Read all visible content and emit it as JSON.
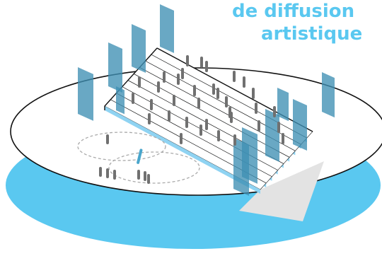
{
  "title": {
    "line1": "de diffusion",
    "line2": "artistique"
  },
  "colors": {
    "title": "#5ac8f0",
    "base": "#5ac8f0",
    "platform": "#ffffff",
    "outline": "#111111",
    "panel": "#3f8fb3",
    "tier_face": "#8fd3f2",
    "tier_top": "#ffffff",
    "shadow": "#e3e3e3",
    "person": "#707070",
    "person_highlight": "#4aa6cc",
    "dashed_circle": "#aaaaaa"
  },
  "scene": {
    "tiers": 9,
    "panels": 11,
    "people_on_tiers": 34,
    "people_in_circles": 8,
    "dashed_circles": 2
  }
}
